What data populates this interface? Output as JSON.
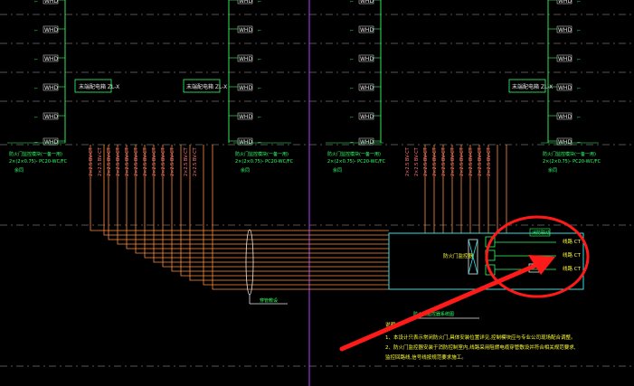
{
  "drawing": {
    "outlet_label": "WHD",
    "panel_label_left": "末端配电箱 ZL-X",
    "panel_label_mid": "末端配电箱 ZL-X",
    "panel_label_right": "末端配电箱 ZL-X",
    "column_caption_line1": "防火门监控模块(一备一用)",
    "column_caption_line2": "2×(2×0.75)- PC20-WC/FC",
    "column_caption_line3": "余同",
    "vertical_cable_label": "2×2.5 BV-CT",
    "cable_bundle_label": "穿管敷设",
    "controller_label": "防火门监控器",
    "controller_caption": "防火门监控器系统图",
    "output_labels": [
      "线路 CT",
      "线路 CT",
      "线路 CT"
    ],
    "module_label": "消防联动",
    "notes_title": "说明:",
    "notes": [
      "1、本设计只表示常闭防火门,具体安装位置详见,控制模块应与专业公司现场配合调整。",
      "2、防火门监控器安装于消防控制室内,线路采用阻燃电缆穿管敷设并符合相关规范要求,",
      "   监控回路线,信号线按规范要求施工。"
    ]
  },
  "colors": {
    "background": "#000000",
    "green": "#33ff66",
    "orange": "#ff8c3a",
    "white": "#e8e8e8",
    "cyan": "#33e0e0",
    "yellow": "#ffff33",
    "red": "#ff1a1a",
    "magenta": "#c040ff",
    "dash": "#a8a8a8"
  }
}
